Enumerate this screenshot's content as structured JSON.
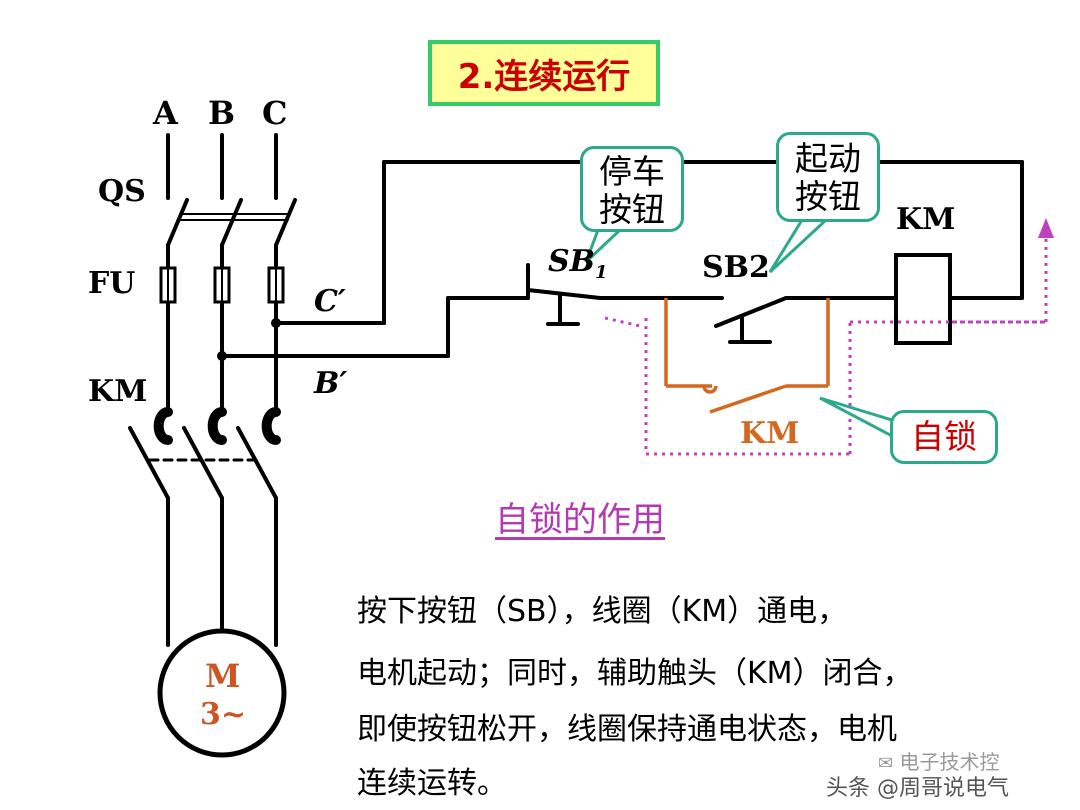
{
  "title": "2.连续运行",
  "phases": {
    "a": "A",
    "b": "B",
    "c": "C"
  },
  "labels": {
    "qs": "QS",
    "fu": "FU",
    "km_main": "KM",
    "c_prime": "C′",
    "b_prime": "B′",
    "sb1": "SB",
    "sb1_sub": "1",
    "sb2": "SB2",
    "km_coil": "KM",
    "km_aux": "KM",
    "motor_m": "M",
    "motor_phase": "3~"
  },
  "callouts": {
    "stop_button": "停车按钮",
    "stop_line1": "停车",
    "stop_line2": "按钮",
    "start_line1": "起动",
    "start_line2": "按钮",
    "self_lock": "自锁"
  },
  "section_heading": "自锁的作用",
  "explanation": [
    "按下按钮（SB），线圈（KM）通电，",
    "电机起动；同时，辅助触头（KM）闭合，",
    "即使按钮松开，线圈保持通电状态，电机",
    "连续运转。"
  ],
  "watermark": {
    "line1": "电子技术控",
    "line2": "头条 @周哥说电气"
  },
  "colors": {
    "title_text": "#cc0000",
    "title_bg": "#ffff99",
    "title_border": "#33cc66",
    "callout_border": "#2ca88b",
    "aux_contact": "#d2691e",
    "current_path": "#c040c0",
    "heading": "#b43ab4",
    "motor_label": "#cc5522"
  }
}
